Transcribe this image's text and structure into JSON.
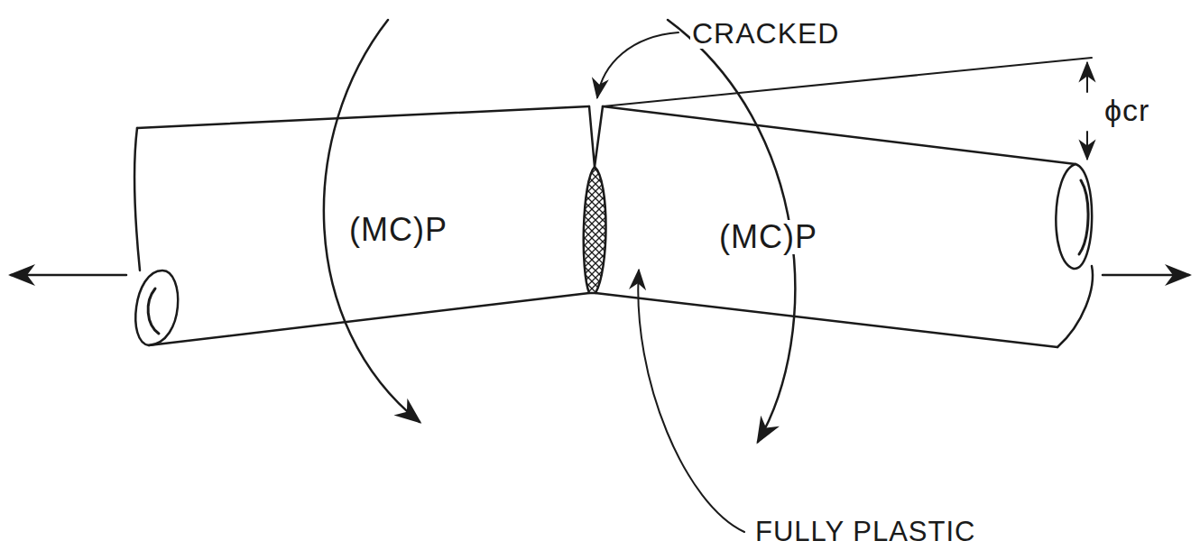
{
  "diagram": {
    "labels": [
      "CRACKED",
      "ϕcr",
      "(MC)P",
      "(MC)P",
      "FULLY PLASTIC"
    ]
  }
}
